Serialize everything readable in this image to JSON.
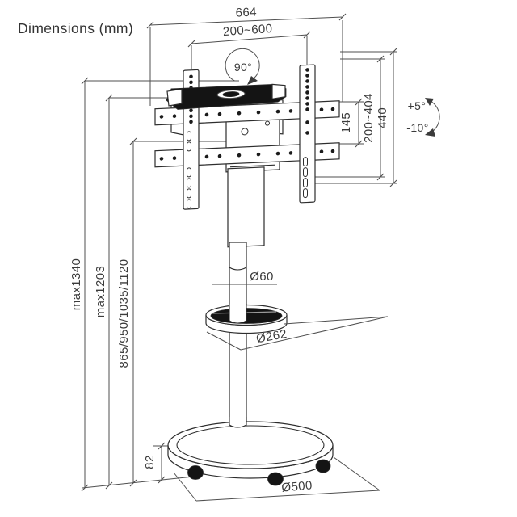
{
  "title": "Dimensions (mm)",
  "dimensions": {
    "overall_width": "664",
    "vesa_width": "200~600",
    "swivel": "90°",
    "bracket_height": "440",
    "vesa_height": "200~404",
    "crossbar_gap": "145",
    "tilt_up": "+5°",
    "tilt_down": "-10°",
    "max_height": "max1340",
    "max_column_height": "max1203",
    "height_settings": "865/950/1035/1120",
    "pole_diameter": "Ø60",
    "shelf_diameter": "Ø262",
    "base_height": "82",
    "base_diameter": "Ø500"
  },
  "colors": {
    "background": "#ffffff",
    "line_art": "#2d2d2d",
    "dimension_lines": "#4f4f4f",
    "text": "#3b3b3b",
    "dark_fill": "#141414"
  }
}
